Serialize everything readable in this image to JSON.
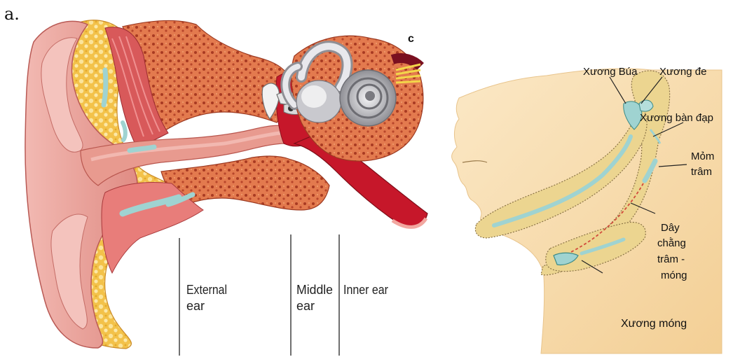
{
  "panel_label": "a.",
  "ear": {
    "corner_label": "c",
    "sections": [
      {
        "line1": "External",
        "line2": "ear"
      },
      {
        "line1": "Middle",
        "line2": "ear"
      },
      {
        "line1": "Inner ear",
        "line2": ""
      }
    ]
  },
  "neck": {
    "labels": {
      "malleus": "Xương Búa",
      "incus": "Xương đe",
      "stapes": "Xương bàn đạp",
      "styloid_1": "Mỏm",
      "styloid_2": "trâm",
      "ligament_1": "Dây",
      "ligament_2": "chằng",
      "ligament_3": "trâm -",
      "ligament_4": "móng",
      "hyoid": "Xương móng"
    }
  },
  "colors": {
    "skin": "#e8a4a0",
    "skin_dark": "#c8584f",
    "fat": "#f3c24a",
    "bone_pattern": "#d9623c",
    "canal_red": "#c6172a",
    "inner_ear_grey": "#b9b9bd",
    "neck_skin": "#f6d7a5",
    "neck_tan": "#ecd590",
    "cartilage_blue": "#9fd3d1"
  }
}
